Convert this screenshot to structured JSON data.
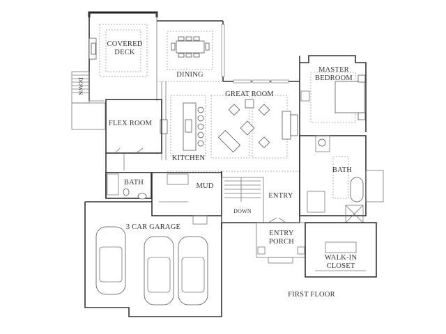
{
  "plan": {
    "title": "FIRST FLOOR",
    "rooms": {
      "covered_deck": "COVERED\nDECK",
      "covered_deck_l1": "COVERED",
      "covered_deck_l2": "DECK",
      "dining": "DINING",
      "great_room": "GREAT ROOM",
      "master_bedroom_l1": "MASTER",
      "master_bedroom_l2": "BEDROOM",
      "flex_room": "FLEX ROOM",
      "kitchen": "KITCHEN",
      "bath_left": "BATH",
      "mud": "MUD",
      "entry": "ENTRY",
      "bath_master": "BATH",
      "entry_porch_l1": "ENTRY",
      "entry_porch_l2": "PORCH",
      "garage": "3 CAR GARAGE",
      "walk_in_closet_l1": "WALK-IN",
      "walk_in_closet_l2": "CLOSET"
    },
    "stairs": {
      "deck_stairs": "DOWN",
      "interior_stairs": "DOWN"
    },
    "colors": {
      "background": "#ffffff",
      "walls": "#333333",
      "text": "#333333"
    }
  }
}
